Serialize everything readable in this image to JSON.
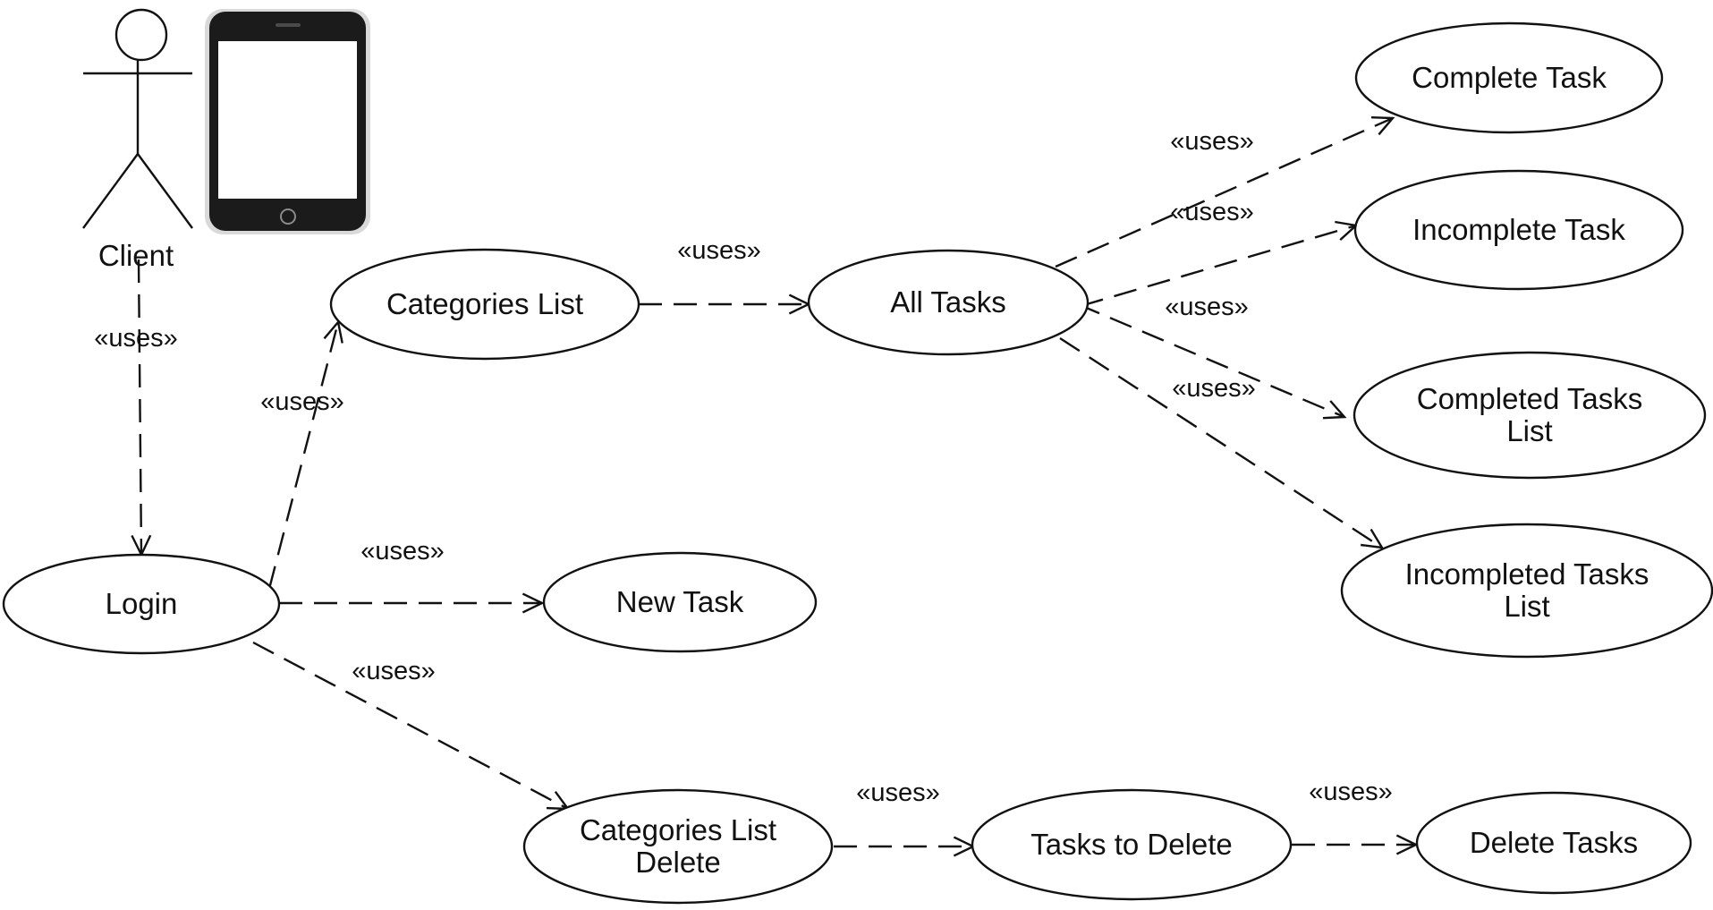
{
  "actor": {
    "label": "Client"
  },
  "device": {
    "icon": "smartphone-icon"
  },
  "relation_label": "«uses»",
  "use_cases": [
    {
      "id": "login",
      "lines": [
        "Login"
      ]
    },
    {
      "id": "categories-list",
      "lines": [
        "Categories List"
      ]
    },
    {
      "id": "all-tasks",
      "lines": [
        "All Tasks"
      ]
    },
    {
      "id": "complete-task",
      "lines": [
        "Complete Task"
      ]
    },
    {
      "id": "incomplete-task",
      "lines": [
        "Incomplete Task"
      ]
    },
    {
      "id": "completed-tasks-list",
      "lines": [
        "Completed Tasks",
        "List"
      ]
    },
    {
      "id": "incompleted-tasks-list",
      "lines": [
        "Incompleted Tasks",
        "List"
      ]
    },
    {
      "id": "new-task",
      "lines": [
        "New Task"
      ]
    },
    {
      "id": "categories-list-delete",
      "lines": [
        "Categories List",
        "Delete"
      ]
    },
    {
      "id": "tasks-to-delete",
      "lines": [
        "Tasks to Delete"
      ]
    },
    {
      "id": "delete-tasks",
      "lines": [
        "Delete Tasks"
      ]
    }
  ],
  "relations": [
    {
      "from": "actor",
      "to": "login",
      "label": "«uses»"
    },
    {
      "from": "login",
      "to": "categories-list",
      "label": "«uses»"
    },
    {
      "from": "login",
      "to": "new-task",
      "label": "«uses»"
    },
    {
      "from": "login",
      "to": "categories-list-delete",
      "label": "«uses»"
    },
    {
      "from": "categories-list",
      "to": "all-tasks",
      "label": "«uses»"
    },
    {
      "from": "all-tasks",
      "to": "complete-task",
      "label": "«uses»"
    },
    {
      "from": "all-tasks",
      "to": "incomplete-task",
      "label": "«uses»"
    },
    {
      "from": "all-tasks",
      "to": "completed-tasks-list",
      "label": "«uses»"
    },
    {
      "from": "all-tasks",
      "to": "incompleted-tasks-list",
      "label": "«uses»"
    },
    {
      "from": "categories-list-delete",
      "to": "tasks-to-delete",
      "label": "«uses»"
    },
    {
      "from": "tasks-to-delete",
      "to": "delete-tasks",
      "label": "«uses»"
    }
  ]
}
